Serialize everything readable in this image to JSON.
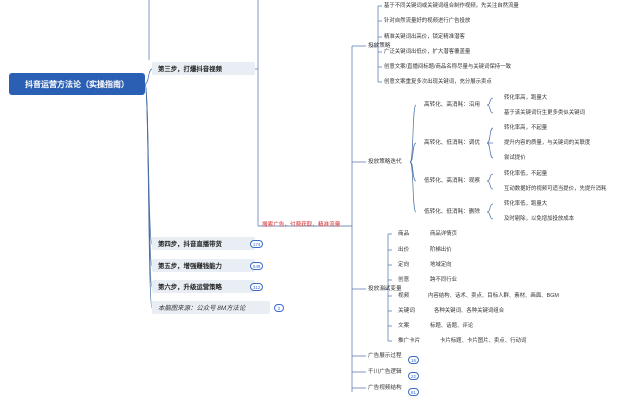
{
  "root": "抖音运营方法论（实操指南）",
  "steps": {
    "s3": "第三步，打爆抖音视频",
    "s4": "第四步，抖音直播带货",
    "s5": "第五步，增强赚钱能力",
    "s6": "第六步，升级运营策略",
    "source": "本脑图来源：公众号 8M方法论"
  },
  "badges": {
    "b4": "174",
    "b5": "549",
    "b6": "312",
    "bsrc": "2"
  },
  "red_label": "搜索广告，付费获取，精准流量",
  "groups": {
    "placement": "投放策略",
    "iteration": "投放策略迭代",
    "test": "投放测试变量",
    "ad_show": "广告展示过程",
    "qianchuan": "千川广告逻辑",
    "video_structure": "广告视频结构"
  },
  "group_badges": {
    "ad_show": "16",
    "qianchuan": "22",
    "video_structure": "81"
  },
  "placement_items": [
    "基于不同关键词或关键词组合制作视频，先关注自然流量",
    "针对自然流量好的视频进行广告投放",
    "精准关键词出高价，锁定精准潜客",
    "广泛关键词出低价，扩大潜客覆盖量",
    "创意文案/直播间标题/商品名称尽量与关键词保持一致",
    "创意文案重复多次出现关键词，充分展示卖点"
  ],
  "iteration": [
    {
      "label": "高转化、高消耗：沿用",
      "leaves": [
        "转化率高，跑量大",
        "基于该关键词衍生更多类似关键词"
      ]
    },
    {
      "label": "高转化、低消耗：调优",
      "leaves": [
        "转化率高，不起量",
        "提升内容的质量，与关键词的关联度",
        "尝试提价"
      ]
    },
    {
      "label": "低转化、高消耗：观察",
      "leaves": [
        "转化率低，不起量",
        "互动数据好的视频可适当提价，先提升消耗"
      ]
    },
    {
      "label": "低转化、低消耗：删除",
      "leaves": [
        "转化率低，跑量大",
        "及时剔除，以免增加投放成本"
      ]
    }
  ],
  "test_vars": [
    {
      "label": "商品",
      "value": "商品详情页"
    },
    {
      "label": "出价",
      "value": "阶梯出价"
    },
    {
      "label": "定向",
      "value": "地域定向"
    },
    {
      "label": "创意",
      "value": "跨不同行业"
    },
    {
      "label": "视频",
      "value": "内容结构、话术、卖点、目标人群、素材、画面、BGM"
    },
    {
      "label": "关键词",
      "value": "各种关键词、各种关键词组合"
    },
    {
      "label": "文案",
      "value": "标题、话题、评论"
    },
    {
      "label": "推广卡片",
      "value": "卡片标题、卡片图片、卖点、行动词"
    }
  ]
}
